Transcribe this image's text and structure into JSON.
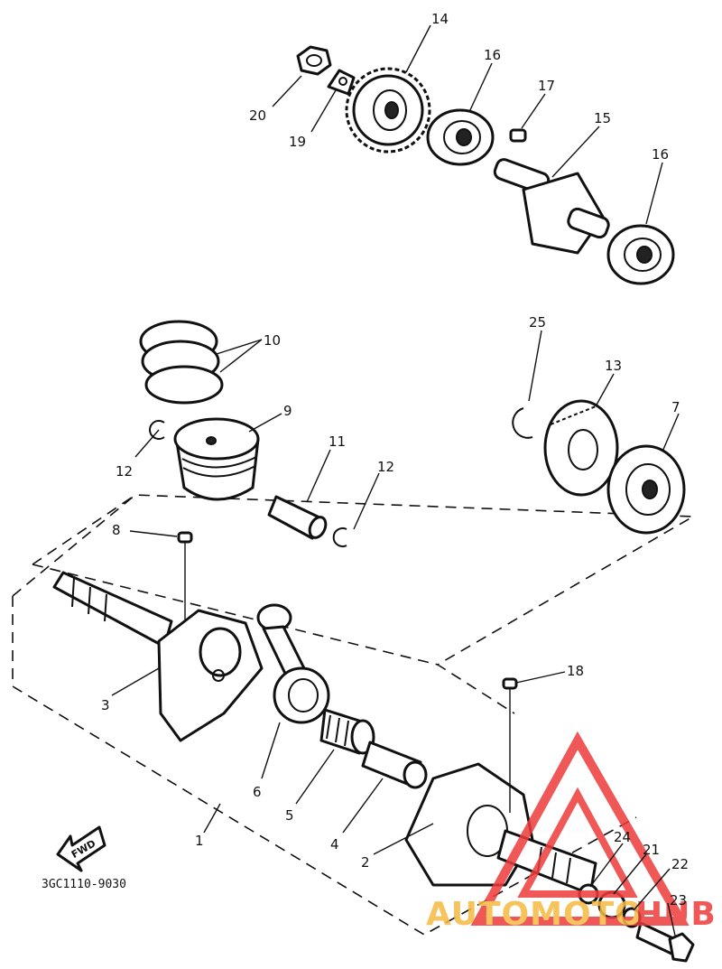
{
  "diagram": {
    "callouts": [
      {
        "id": "c1",
        "label": "1"
      },
      {
        "id": "c2",
        "label": "2"
      },
      {
        "id": "c3",
        "label": "3"
      },
      {
        "id": "c4",
        "label": "4"
      },
      {
        "id": "c5",
        "label": "5"
      },
      {
        "id": "c6",
        "label": "6"
      },
      {
        "id": "c7",
        "label": "7"
      },
      {
        "id": "c8",
        "label": "8"
      },
      {
        "id": "c9",
        "label": "9"
      },
      {
        "id": "c10",
        "label": "10"
      },
      {
        "id": "c11",
        "label": "11"
      },
      {
        "id": "c12a",
        "label": "12"
      },
      {
        "id": "c12b",
        "label": "12"
      },
      {
        "id": "c13",
        "label": "13"
      },
      {
        "id": "c14",
        "label": "14"
      },
      {
        "id": "c15",
        "label": "15"
      },
      {
        "id": "c16a",
        "label": "16"
      },
      {
        "id": "c16b",
        "label": "16"
      },
      {
        "id": "c17",
        "label": "17"
      },
      {
        "id": "c18",
        "label": "18"
      },
      {
        "id": "c19",
        "label": "19"
      },
      {
        "id": "c20",
        "label": "20"
      },
      {
        "id": "c21",
        "label": "21"
      },
      {
        "id": "c22",
        "label": "22"
      },
      {
        "id": "c23",
        "label": "23"
      },
      {
        "id": "c24",
        "label": "24"
      },
      {
        "id": "c25",
        "label": "25"
      }
    ],
    "fwd_label": "FWD",
    "diagram_code": "3GC1110-9030"
  },
  "watermark": {
    "text_left": "AUTOMOTO",
    "text_right": "HUB",
    "primary_color": "#ee3b3b",
    "secondary_color": "#f5b941"
  }
}
